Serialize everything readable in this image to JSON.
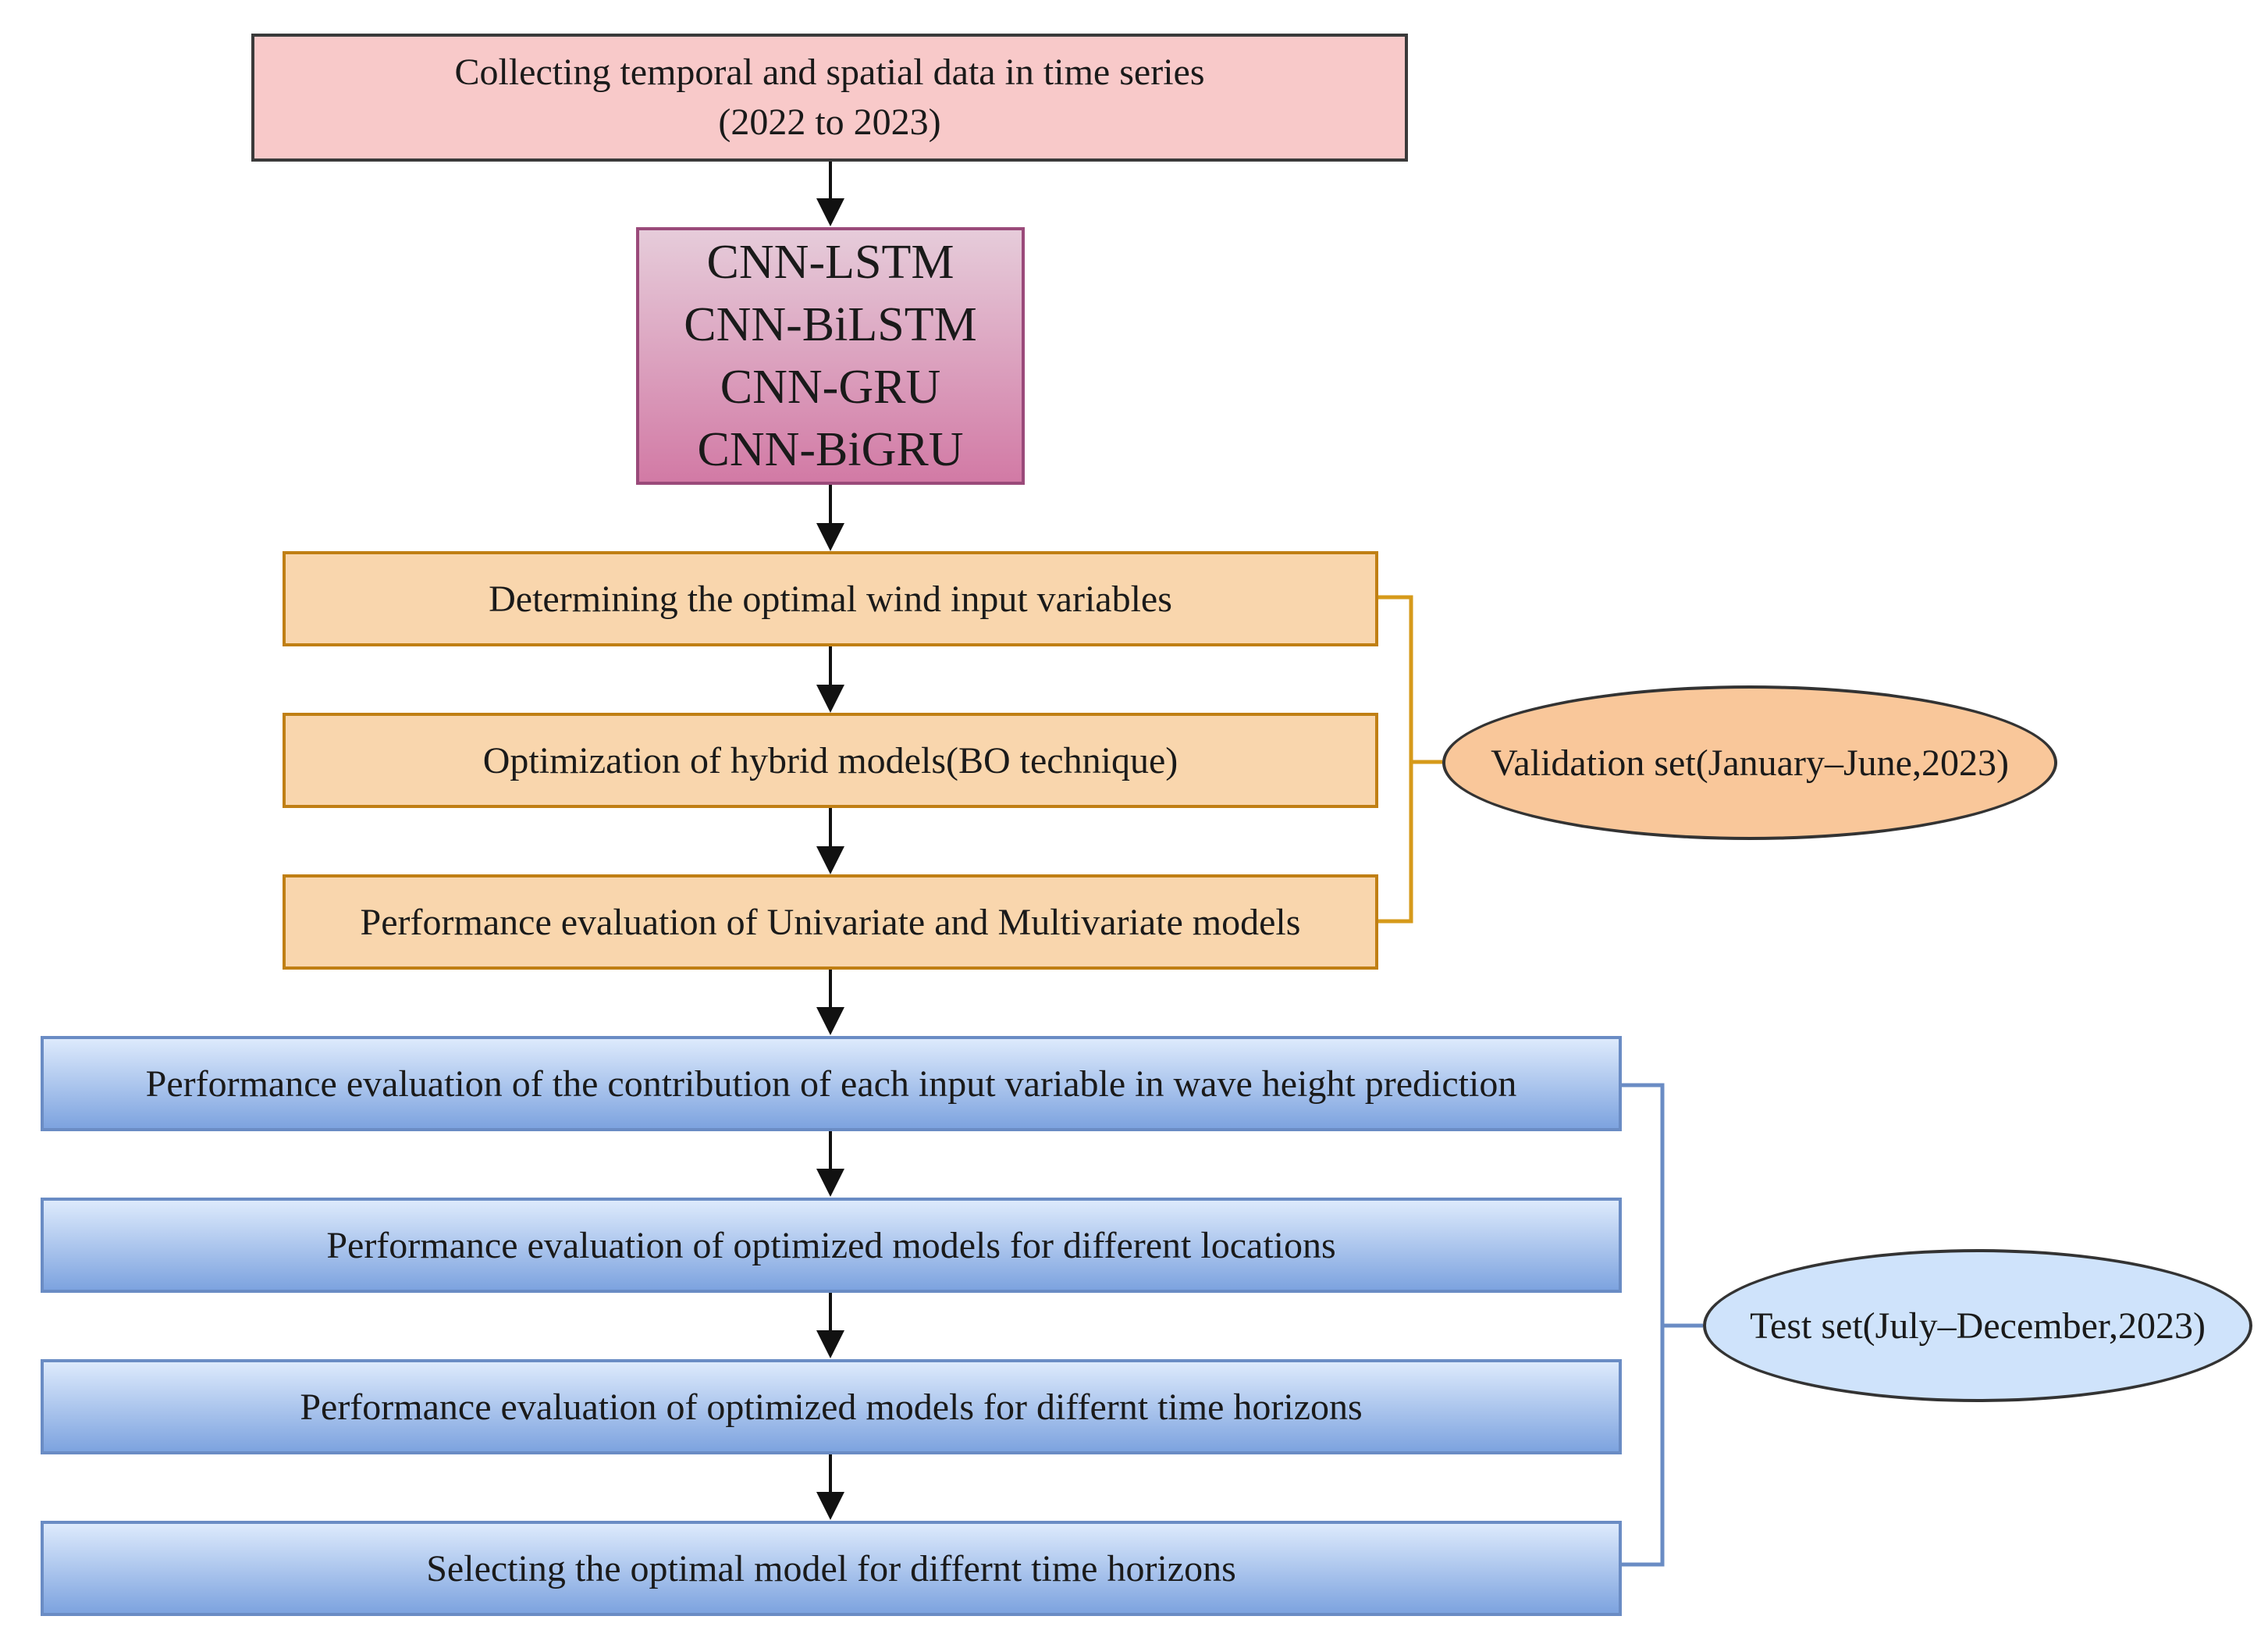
{
  "data_box": {
    "line1": "Collecting temporal and spatial data in time series",
    "line2": "(2022 to 2023)"
  },
  "models_box": {
    "models": [
      "CNN-LSTM",
      "CNN-BiLSTM",
      "CNN-GRU",
      "CNN-BiGRU"
    ]
  },
  "validation_steps": [
    "Determining the optimal wind input variables",
    "Optimization of hybrid models(BO technique)",
    "Performance evaluation of Univariate and Multivariate models"
  ],
  "test_steps": [
    "Performance evaluation of the contribution of each input variable in wave height prediction",
    "Performance evaluation of optimized models for different locations",
    "Performance evaluation of optimized models for differnt time horizons",
    "Selecting the optimal model for differnt time horizons"
  ],
  "validation_label": "Validation set(January–June,2023)",
  "test_label": "Test set(July–December,2023)",
  "colors": {
    "data_fill": "#f8c9c9",
    "models_fill_top": "#e6ccda",
    "models_fill_bottom": "#d27aa5",
    "validation_fill": "#f9d6ad",
    "validation_bracket": "#d69a1a",
    "test_fill_top": "#ddeafc",
    "test_fill_bottom": "#7da3df",
    "test_bracket": "#6a8cc4",
    "validation_ellipse": "#f9c79a",
    "test_ellipse": "#cfe3fb",
    "arrow": "#111111"
  }
}
